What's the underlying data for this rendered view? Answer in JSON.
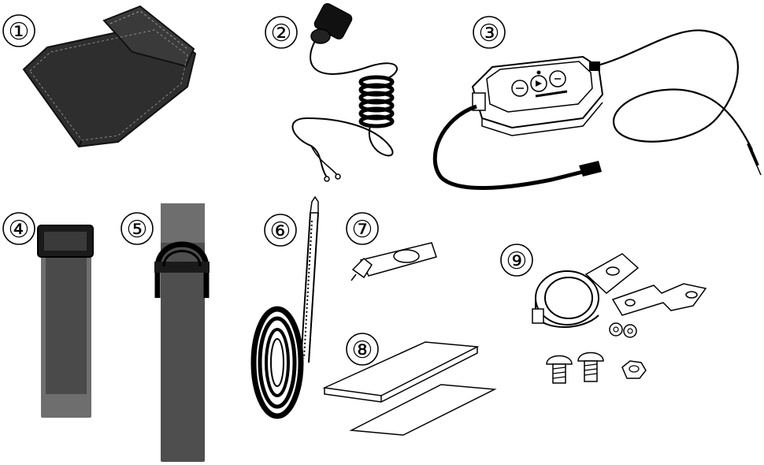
{
  "items": [
    {
      "key": "pouch",
      "number": "①"
    },
    {
      "key": "microphone",
      "number": "②"
    },
    {
      "key": "controller",
      "number": "③"
    },
    {
      "key": "strap-short",
      "number": "④"
    },
    {
      "key": "strap-long",
      "number": "⑤"
    },
    {
      "key": "cable-tie-roll",
      "number": "⑥"
    },
    {
      "key": "clip",
      "number": "⑦"
    },
    {
      "key": "adhesive-pads",
      "number": "⑧"
    },
    {
      "key": "mount-clamp-kit",
      "number": "⑨"
    }
  ],
  "colors": {
    "outline": "#000000",
    "strap_dark": "#4a4a4a",
    "strap_light": "#6e6e6e",
    "pouch": "#2e2e2e"
  }
}
